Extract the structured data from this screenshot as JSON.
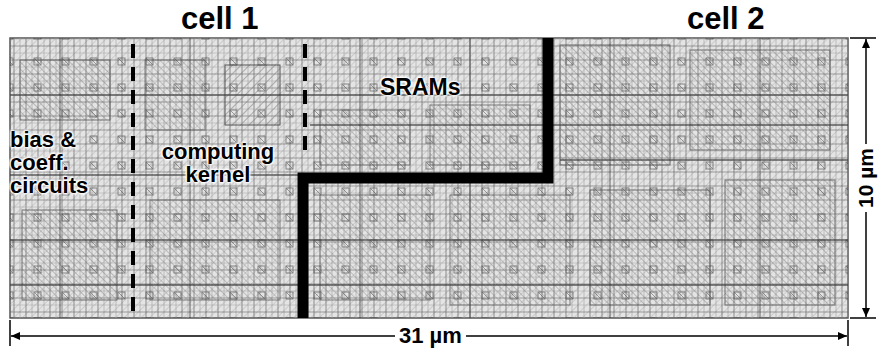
{
  "diagram": {
    "labels": [
      "cell 1",
      "cell 2",
      "SRAMs",
      "bias & coeff. circuits",
      "computing kernel",
      "10 µm",
      "31 µm"
    ]
  }
}
